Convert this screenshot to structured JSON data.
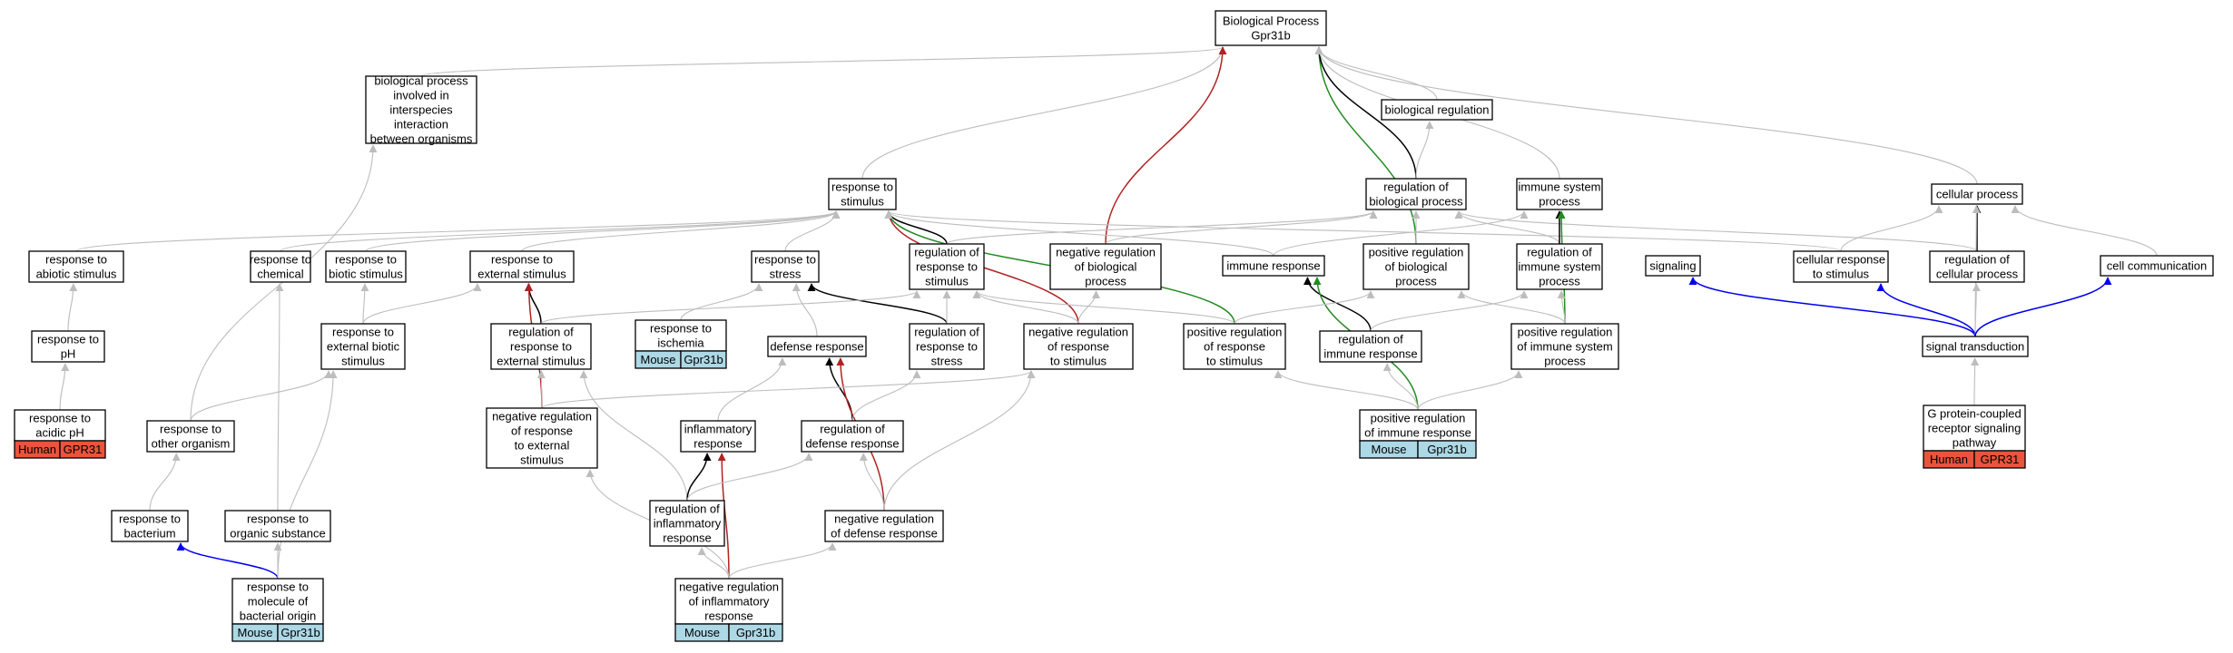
{
  "colors": {
    "edge_default": "#bdbdbd",
    "edge_black": "#000000",
    "edge_red": "#b22222",
    "edge_green": "#228b22",
    "edge_blue": "#0000ee",
    "human_bg": "#e8543c",
    "mouse_bg": "#add8e6",
    "node_border": "#000000"
  },
  "nodes": [
    {
      "id": "bp",
      "lines": [
        "Biological Process",
        "Gpr31b"
      ]
    },
    {
      "id": "bpinter",
      "lines": [
        "biological process",
        "involved in",
        "interspecies",
        "interaction",
        "between organisms"
      ]
    },
    {
      "id": "bioreg",
      "lines": [
        "biological regulation"
      ]
    },
    {
      "id": "rts",
      "lines": [
        "response to",
        "stimulus"
      ]
    },
    {
      "id": "regbp",
      "lines": [
        "regulation of",
        "biological process"
      ]
    },
    {
      "id": "immsys",
      "lines": [
        "immune system",
        "process"
      ]
    },
    {
      "id": "cellproc",
      "lines": [
        "cellular process"
      ]
    },
    {
      "id": "abiotic",
      "lines": [
        "response to",
        "abiotic stimulus"
      ]
    },
    {
      "id": "chemical",
      "lines": [
        "response to",
        "chemical"
      ]
    },
    {
      "id": "biotic",
      "lines": [
        "response to",
        "biotic stimulus"
      ]
    },
    {
      "id": "external",
      "lines": [
        "response to",
        "external stimulus"
      ]
    },
    {
      "id": "stress",
      "lines": [
        "response to",
        "stress"
      ]
    },
    {
      "id": "regrts",
      "lines": [
        "regulation of",
        "response to",
        "stimulus"
      ]
    },
    {
      "id": "negregbp",
      "lines": [
        "negative regulation",
        "of biological",
        "process"
      ]
    },
    {
      "id": "immresp",
      "lines": [
        "immune response"
      ]
    },
    {
      "id": "posregbp",
      "lines": [
        "positive regulation",
        "of biological",
        "process"
      ]
    },
    {
      "id": "regimmsys",
      "lines": [
        "regulation of",
        "immune system",
        "process"
      ]
    },
    {
      "id": "signaling",
      "lines": [
        "signaling"
      ]
    },
    {
      "id": "cellrts",
      "lines": [
        "cellular response",
        "to stimulus"
      ]
    },
    {
      "id": "regcell",
      "lines": [
        "regulation of",
        "cellular process"
      ]
    },
    {
      "id": "cellcomm",
      "lines": [
        "cell communication"
      ]
    },
    {
      "id": "ph",
      "lines": [
        "response to",
        "pH"
      ]
    },
    {
      "id": "extbiotic",
      "lines": [
        "response to",
        "external biotic",
        "stimulus"
      ]
    },
    {
      "id": "regext",
      "lines": [
        "regulation of",
        "response to",
        "external stimulus"
      ]
    },
    {
      "id": "ischemia",
      "lines": [
        "response to",
        "ischemia"
      ],
      "species": "Mouse",
      "gene": "Gpr31b"
    },
    {
      "id": "defresp",
      "lines": [
        "defense response"
      ]
    },
    {
      "id": "regstress",
      "lines": [
        "regulation of",
        "response to",
        "stress"
      ]
    },
    {
      "id": "negregrts",
      "lines": [
        "negative regulation",
        "of response",
        "to stimulus"
      ]
    },
    {
      "id": "posregrts",
      "lines": [
        "positive regulation",
        "of response",
        "to stimulus"
      ]
    },
    {
      "id": "regimmresp",
      "lines": [
        "regulation of",
        "immune response"
      ]
    },
    {
      "id": "posregimmsys",
      "lines": [
        "positive regulation",
        "of immune system",
        "process"
      ]
    },
    {
      "id": "sigtrans",
      "lines": [
        "signal transduction"
      ]
    },
    {
      "id": "acidph",
      "lines": [
        "response to",
        "acidic pH"
      ],
      "species": "Human",
      "gene": "GPR31"
    },
    {
      "id": "otherorg",
      "lines": [
        "response to",
        "other organism"
      ]
    },
    {
      "id": "negregext",
      "lines": [
        "negative regulation",
        "of response",
        "to external",
        "stimulus"
      ]
    },
    {
      "id": "inflam",
      "lines": [
        "inflammatory",
        "response"
      ]
    },
    {
      "id": "regdef",
      "lines": [
        "regulation of",
        "defense response"
      ]
    },
    {
      "id": "posregimmresp",
      "lines": [
        "positive regulation",
        "of immune response"
      ],
      "species": "Mouse",
      "gene": "Gpr31b"
    },
    {
      "id": "gpcr",
      "lines": [
        "G protein-coupled",
        "receptor signaling",
        "pathway"
      ],
      "species": "Human",
      "gene": "GPR31"
    },
    {
      "id": "bacterium",
      "lines": [
        "response to",
        "bacterium"
      ]
    },
    {
      "id": "organic",
      "lines": [
        "response to",
        "organic substance"
      ]
    },
    {
      "id": "reginflam",
      "lines": [
        "regulation of",
        "inflammatory",
        "response"
      ]
    },
    {
      "id": "negregdef",
      "lines": [
        "negative regulation",
        "of defense response"
      ]
    },
    {
      "id": "bactmol",
      "lines": [
        "response to",
        "molecule of",
        "bacterial origin"
      ],
      "species": "Mouse",
      "gene": "Gpr31b"
    },
    {
      "id": "negreginflam",
      "lines": [
        "negative regulation",
        "of inflammatory",
        "response"
      ],
      "species": "Mouse",
      "gene": "Gpr31b"
    }
  ],
  "edges": [
    {
      "from": "bpinter",
      "to": "bp",
      "color": "edge_default"
    },
    {
      "from": "rts",
      "to": "bp",
      "color": "edge_default"
    },
    {
      "from": "negregbp",
      "to": "bp",
      "color": "edge_red"
    },
    {
      "from": "posregbp",
      "to": "bp",
      "color": "edge_green"
    },
    {
      "from": "regbp",
      "to": "bp",
      "color": "edge_black"
    },
    {
      "from": "bioreg",
      "to": "bp",
      "color": "edge_default"
    },
    {
      "from": "immsys",
      "to": "bp",
      "color": "edge_default"
    },
    {
      "from": "cellproc",
      "to": "bp",
      "color": "edge_default"
    },
    {
      "from": "regbp",
      "to": "bioreg",
      "color": "edge_default"
    },
    {
      "from": "abiotic",
      "to": "rts",
      "color": "edge_default"
    },
    {
      "from": "chemical",
      "to": "rts",
      "color": "edge_default"
    },
    {
      "from": "biotic",
      "to": "rts",
      "color": "edge_default"
    },
    {
      "from": "external",
      "to": "rts",
      "color": "edge_default"
    },
    {
      "from": "stress",
      "to": "rts",
      "color": "edge_default"
    },
    {
      "from": "regrts",
      "to": "rts",
      "color": "edge_black"
    },
    {
      "from": "negregrts",
      "to": "rts",
      "color": "edge_red"
    },
    {
      "from": "posregrts",
      "to": "rts",
      "color": "edge_green"
    },
    {
      "from": "immresp",
      "to": "rts",
      "color": "edge_default"
    },
    {
      "from": "cellrts",
      "to": "rts",
      "color": "edge_default"
    },
    {
      "from": "negregbp",
      "to": "regbp",
      "color": "edge_default"
    },
    {
      "from": "posregbp",
      "to": "regbp",
      "color": "edge_default"
    },
    {
      "from": "regimmsys",
      "to": "regbp",
      "color": "edge_default"
    },
    {
      "from": "regrts",
      "to": "regbp",
      "color": "edge_default"
    },
    {
      "from": "regcell",
      "to": "regbp",
      "color": "edge_default"
    },
    {
      "from": "regimmsys",
      "to": "immsys",
      "color": "edge_black"
    },
    {
      "from": "immresp",
      "to": "immsys",
      "color": "edge_default"
    },
    {
      "from": "posregimmsys",
      "to": "immsys",
      "color": "edge_green"
    },
    {
      "from": "cellrts",
      "to": "cellproc",
      "color": "edge_default"
    },
    {
      "from": "regcell",
      "to": "cellproc",
      "color": "edge_black"
    },
    {
      "from": "cellcomm",
      "to": "cellproc",
      "color": "edge_default"
    },
    {
      "from": "sigtrans",
      "to": "cellproc",
      "color": "edge_default"
    },
    {
      "from": "ph",
      "to": "abiotic",
      "color": "edge_default"
    },
    {
      "from": "acidph",
      "to": "ph",
      "color": "edge_default"
    },
    {
      "from": "organic",
      "to": "chemical",
      "color": "edge_default"
    },
    {
      "from": "extbiotic",
      "to": "biotic",
      "color": "edge_default"
    },
    {
      "from": "extbiotic",
      "to": "external",
      "color": "edge_default"
    },
    {
      "from": "regext",
      "to": "external",
      "color": "edge_black"
    },
    {
      "from": "negregext",
      "to": "external",
      "color": "edge_red"
    },
    {
      "from": "ischemia",
      "to": "stress",
      "color": "edge_default"
    },
    {
      "from": "defresp",
      "to": "stress",
      "color": "edge_default"
    },
    {
      "from": "regstress",
      "to": "stress",
      "color": "edge_black"
    },
    {
      "from": "regext",
      "to": "regrts",
      "color": "edge_default"
    },
    {
      "from": "regstress",
      "to": "regrts",
      "color": "edge_default"
    },
    {
      "from": "negregrts",
      "to": "regrts",
      "color": "edge_default"
    },
    {
      "from": "posregrts",
      "to": "regrts",
      "color": "edge_default"
    },
    {
      "from": "negregrts",
      "to": "negregbp",
      "color": "edge_default"
    },
    {
      "from": "regimmresp",
      "to": "immresp",
      "color": "edge_black"
    },
    {
      "from": "posregimmresp",
      "to": "immresp",
      "color": "edge_green"
    },
    {
      "from": "posregrts",
      "to": "posregbp",
      "color": "edge_default"
    },
    {
      "from": "posregimmsys",
      "to": "posregbp",
      "color": "edge_default"
    },
    {
      "from": "regimmresp",
      "to": "regimmsys",
      "color": "edge_default"
    },
    {
      "from": "posregimmsys",
      "to": "regimmsys",
      "color": "edge_default"
    },
    {
      "from": "sigtrans",
      "to": "signaling",
      "color": "edge_blue"
    },
    {
      "from": "sigtrans",
      "to": "cellrts",
      "color": "edge_blue"
    },
    {
      "from": "sigtrans",
      "to": "regcell",
      "color": "edge_default"
    },
    {
      "from": "sigtrans",
      "to": "cellcomm",
      "color": "edge_blue"
    },
    {
      "from": "otherorg",
      "to": "extbiotic",
      "color": "edge_default"
    },
    {
      "from": "negregext",
      "to": "regext",
      "color": "edge_default"
    },
    {
      "from": "reginflam",
      "to": "regext",
      "color": "edge_default"
    },
    {
      "from": "inflam",
      "to": "defresp",
      "color": "edge_default"
    },
    {
      "from": "regdef",
      "to": "defresp",
      "color": "edge_black"
    },
    {
      "from": "negregdef",
      "to": "defresp",
      "color": "edge_red"
    },
    {
      "from": "regdef",
      "to": "regstress",
      "color": "edge_default"
    },
    {
      "from": "negregext",
      "to": "negregrts",
      "color": "edge_default"
    },
    {
      "from": "negregdef",
      "to": "negregrts",
      "color": "edge_default"
    },
    {
      "from": "posregimmresp",
      "to": "posregrts",
      "color": "edge_default"
    },
    {
      "from": "posregimmresp",
      "to": "regimmresp",
      "color": "edge_default"
    },
    {
      "from": "posregimmresp",
      "to": "posregimmsys",
      "color": "edge_default"
    },
    {
      "from": "gpcr",
      "to": "sigtrans",
      "color": "edge_default"
    },
    {
      "from": "otherorg",
      "to": "bpinter",
      "color": "edge_default"
    },
    {
      "from": "bacterium",
      "to": "otherorg",
      "color": "edge_default"
    },
    {
      "from": "reginflam",
      "to": "inflam",
      "color": "edge_black"
    },
    {
      "from": "negreginflam",
      "to": "inflam",
      "color": "edge_red"
    },
    {
      "from": "reginflam",
      "to": "regdef",
      "color": "edge_default"
    },
    {
      "from": "negregdef",
      "to": "regdef",
      "color": "edge_default"
    },
    {
      "from": "bactmol",
      "to": "bacterium",
      "color": "edge_blue"
    },
    {
      "from": "bactmol",
      "to": "organic",
      "color": "edge_default"
    },
    {
      "from": "bactmol",
      "to": "extbiotic",
      "color": "edge_default"
    },
    {
      "from": "negreginflam",
      "to": "reginflam",
      "color": "edge_default"
    },
    {
      "from": "negreginflam",
      "to": "negregext",
      "color": "edge_default"
    },
    {
      "from": "negreginflam",
      "to": "negregdef",
      "color": "edge_default"
    }
  ]
}
